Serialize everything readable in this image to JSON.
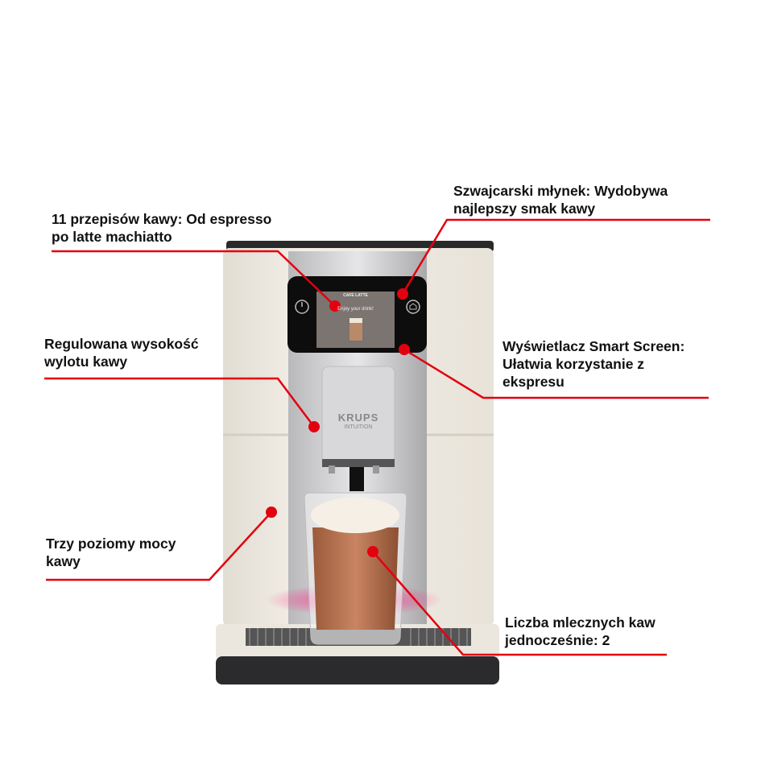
{
  "product": {
    "brand": "KRUPS",
    "model": "INTUITION",
    "screen_title": "CAFE LATTE",
    "screen_message": "Enjoy your drink!"
  },
  "annotations": [
    {
      "lines": [
        "11 przepisów kawy: Od espresso",
        "po latte machiatto"
      ]
    },
    {
      "lines": [
        "Szwajcarski młynek: Wydobywa",
        "najlepszy smak kawy"
      ]
    },
    {
      "lines": [
        "Regulowana wysokość",
        "wylotu kawy"
      ]
    },
    {
      "lines": [
        "Wyświetlacz Smart Screen:",
        "Ułatwia korzystanie z",
        "ekspresu"
      ]
    },
    {
      "lines": [
        "Trzy poziomy mocy",
        "kawy"
      ]
    },
    {
      "lines": [
        "Liczba mlecznych kaw",
        "jednocześnie: 2"
      ]
    }
  ],
  "colors": {
    "callout": "#e3000f",
    "body": "#ede8df",
    "glow": "#ff2a8a"
  }
}
